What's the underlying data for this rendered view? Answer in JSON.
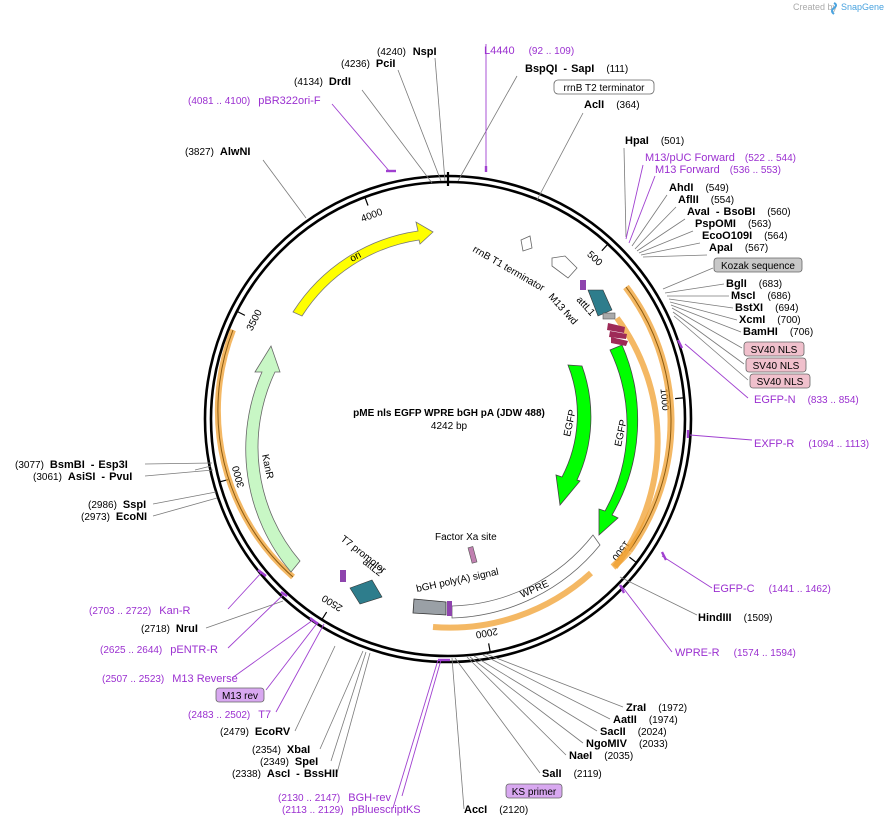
{
  "brand": {
    "created_by": "Created by",
    "name": "SnapGene"
  },
  "plasmid": {
    "name": "pME nls EGFP WPRE bGH pA (JDW 488)",
    "length_text": "4242 bp",
    "length": 4242
  },
  "ticks": [
    "500",
    "1000",
    "1500",
    "2000",
    "2500",
    "3000",
    "3500",
    "4000"
  ],
  "features": [
    {
      "label": "ori",
      "color": "#ffff00"
    },
    {
      "label": "KanR",
      "color": "#c8f7c5"
    },
    {
      "label": "EGFP",
      "color": "#00ff00"
    },
    {
      "label": "EGFP",
      "color": "#00ff00"
    },
    {
      "label": "WPRE",
      "color": "#ffffff"
    },
    {
      "label": "rrnB T1 terminator",
      "color": "#ffffff"
    },
    {
      "label": "M13 fwd",
      "color": "#8e44ad"
    },
    {
      "label": "attL1",
      "color": "#2e7d8c"
    },
    {
      "label": "T7 promoter",
      "color": "#ffffff"
    },
    {
      "label": "attL2",
      "color": "#2e7d8c"
    },
    {
      "label": "bGH poly(A) signal",
      "color": "#9aa0a6"
    },
    {
      "label": "Factor Xa site",
      "color": "#c080b0"
    }
  ],
  "boxed_labels": [
    {
      "label": "rrnB T2 terminator",
      "style": "white"
    },
    {
      "label": "Kozak sequence",
      "style": "gray"
    },
    {
      "label": "SV40 NLS",
      "style": "pink"
    },
    {
      "label": "SV40 NLS",
      "style": "pink"
    },
    {
      "label": "SV40 NLS",
      "style": "pink"
    },
    {
      "label": "M13 rev",
      "style": "purple"
    },
    {
      "label": "KS primer",
      "style": "purple"
    }
  ],
  "sites": [
    {
      "pos": "(4240)",
      "name": "NspI"
    },
    {
      "pos": "(4236)",
      "name": "PciI"
    },
    {
      "pos": "(4134)",
      "name": "DrdI"
    },
    {
      "pos": "(3827)",
      "name": "AlwNI"
    },
    {
      "name": "BspQI",
      "name2": "SapI",
      "pos": "(111)"
    },
    {
      "name": "AclI",
      "pos": "(364)"
    },
    {
      "name": "HpaI",
      "pos": "(501)"
    },
    {
      "name": "AhdI",
      "pos": "(549)"
    },
    {
      "name": "AflII",
      "pos": "(554)"
    },
    {
      "name": "AvaI",
      "name2": "BsoBI",
      "pos": "(560)"
    },
    {
      "name": "PspOMI",
      "pos": "(563)"
    },
    {
      "name": "EcoO109I",
      "pos": "(564)"
    },
    {
      "name": "ApaI",
      "pos": "(567)"
    },
    {
      "name": "BglI",
      "pos": "(683)"
    },
    {
      "name": "MscI",
      "pos": "(686)"
    },
    {
      "name": "BstXI",
      "pos": "(694)"
    },
    {
      "name": "XcmI",
      "pos": "(700)"
    },
    {
      "name": "BamHI",
      "pos": "(706)"
    },
    {
      "name": "HindIII",
      "pos": "(1509)"
    },
    {
      "name": "ZraI",
      "pos": "(1972)"
    },
    {
      "name": "AatII",
      "pos": "(1974)"
    },
    {
      "name": "SacII",
      "pos": "(2024)"
    },
    {
      "name": "NgoMIV",
      "pos": "(2033)"
    },
    {
      "name": "NaeI",
      "pos": "(2035)"
    },
    {
      "name": "SalI",
      "pos": "(2119)"
    },
    {
      "name": "AccI",
      "pos": "(2120)"
    },
    {
      "pos": "(2338)",
      "name": "AscI",
      "name2": "BssHII"
    },
    {
      "pos": "(2349)",
      "name": "SpeI"
    },
    {
      "pos": "(2354)",
      "name": "XbaI"
    },
    {
      "pos": "(2479)",
      "name": "EcoRV"
    },
    {
      "pos": "(2718)",
      "name": "NruI"
    },
    {
      "pos": "(2973)",
      "name": "EcoNI"
    },
    {
      "pos": "(2986)",
      "name": "SspI"
    },
    {
      "pos": "(3061)",
      "name": "AsiSI",
      "name2": "PvuI"
    },
    {
      "pos": "(3077)",
      "name": "BsmBI",
      "name2": "Esp3I"
    }
  ],
  "primers": [
    {
      "name": "L4440",
      "range": "(92 .. 109)"
    },
    {
      "name": "pBR322ori-F",
      "range": "(4081 .. 4100)"
    },
    {
      "name": "M13/pUC Forward",
      "range": "(522 .. 544)"
    },
    {
      "name": "M13 Forward",
      "range": "(536 .. 553)"
    },
    {
      "name": "EGFP-N",
      "range": "(833 .. 854)"
    },
    {
      "name": "EXFP-R",
      "range": "(1094 .. 1113)"
    },
    {
      "name": "EGFP-C",
      "range": "(1441 .. 1462)"
    },
    {
      "name": "WPRE-R",
      "range": "(1574 .. 1594)"
    },
    {
      "name": "Kan-R",
      "range": "(2703 .. 2722)"
    },
    {
      "name": "pENTR-R",
      "range": "(2625 .. 2644)"
    },
    {
      "name": "M13 Reverse",
      "range": "(2507 .. 2523)"
    },
    {
      "name": "T7",
      "range": "(2483 .. 2502)"
    },
    {
      "name": "BGH-rev",
      "range": "(2130 .. 2147)"
    },
    {
      "name": "pBluescriptKS",
      "range": "(2113 .. 2129)"
    }
  ]
}
